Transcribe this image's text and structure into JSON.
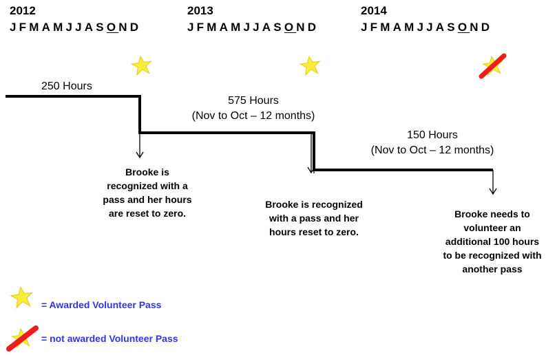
{
  "header": {
    "years": [
      "2012",
      "2013",
      "2014"
    ],
    "months": [
      "J",
      "F",
      "M",
      "A",
      "M",
      "J",
      "J",
      "A",
      "S",
      "O",
      "N",
      "D"
    ],
    "highlight_month_index": 9
  },
  "periods": [
    {
      "label": "250 Hours",
      "sub": ""
    },
    {
      "label": "575 Hours",
      "sub": "(Nov to Oct – 12 months)"
    },
    {
      "label": "150 Hours",
      "sub": "(Nov to Oct – 12 months)"
    }
  ],
  "notes": [
    "Brooke is recognized with a pass and her hours are reset to zero.",
    "Brooke is recognized with a pass and her hours reset to zero.",
    "Brooke needs to volunteer an additional 100 hours to be recognized with another pass"
  ],
  "markers": [
    {
      "year": "2012",
      "icon": "star-icon"
    },
    {
      "year": "2013",
      "icon": "star-icon"
    },
    {
      "year": "2014",
      "icon": "crossed-star-icon"
    }
  ],
  "legend": {
    "awarded": "= Awarded Volunteer Pass",
    "not_awarded": "= not awarded Volunteer Pass"
  },
  "colors": {
    "star": "#f7ef3a",
    "star_edge": "#e1cc1e",
    "cross": "#ee1c1c",
    "legend_text": "#2f36e8",
    "line": "#000000"
  }
}
